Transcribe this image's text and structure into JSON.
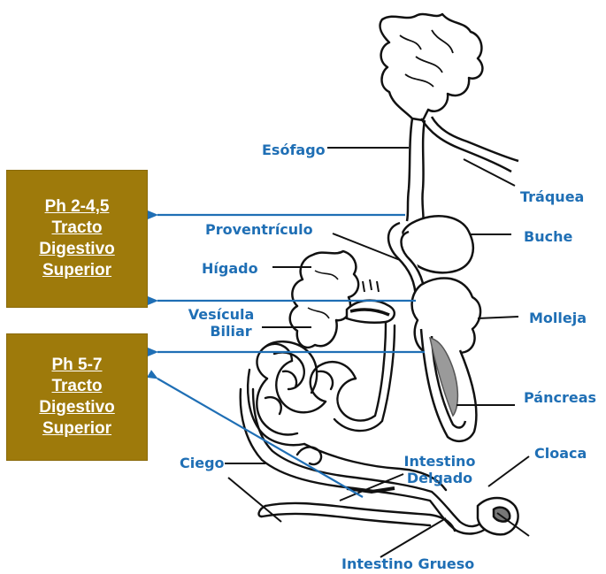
{
  "boxes": {
    "upper": "Ph 2-4,5 \nTracto\nDigestivo\nSuperior",
    "lower": "Ph 5-7\nTracto\nDigestivo\nSuperior"
  },
  "labels": {
    "esofago": "Esófago",
    "traquea": "Tráquea",
    "proventriculo": "Proventrículo",
    "buche": "Buche",
    "higado": "Hígado",
    "vesicula_1": "Vesícula",
    "vesicula_2": "Biliar",
    "molleja": "Molleja",
    "pancreas": "Páncreas",
    "ciego": "Ciego",
    "intestino_delgado_1": "Intestino",
    "intestino_delgado_2": "Delgado",
    "cloaca": "Cloaca",
    "intestino_grueso": "Intestino Grueso"
  },
  "colors": {
    "box_fill": "#9e7a0b",
    "box_text": "#ffffff",
    "label_text": "#1f6fb5",
    "arrow": "#1f6fb5",
    "outline": "#111111",
    "pancreas_fill": "#9a9a9a"
  }
}
